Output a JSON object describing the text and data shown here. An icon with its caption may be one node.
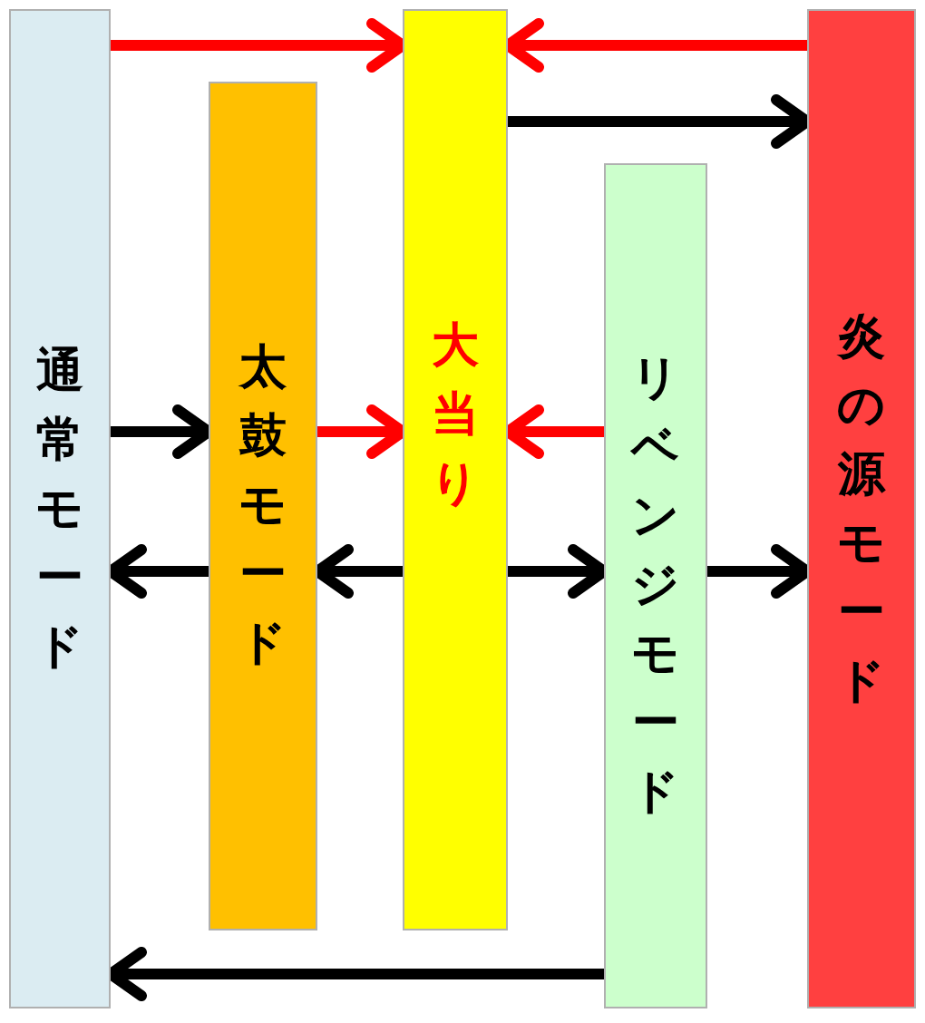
{
  "diagram": {
    "nodes": [
      {
        "text": [
          "通常モード"
        ]
      },
      {
        "text": [
          "太鼓モード"
        ]
      },
      {
        "text": [
          "大当り"
        ]
      },
      {
        "text": [
          "リベンジモード"
        ]
      },
      {
        "text": [
          "炎の源モード"
        ]
      }
    ],
    "edges": [
      {
        "from": 0,
        "to": 2,
        "arrow": "to",
        "color": "#ff0000"
      },
      {
        "from": 4,
        "to": 2,
        "arrow": "to",
        "color": "#ff0000"
      },
      {
        "from": 2,
        "to": 4,
        "arrow": "to"
      },
      {
        "from": 0,
        "to": 1,
        "arrow": "to"
      },
      {
        "from": 1,
        "to": 2,
        "arrow": "to",
        "color": "#ff0000"
      },
      {
        "from": 3,
        "to": 2,
        "arrow": "to",
        "color": "#ff0000"
      },
      {
        "from": 1,
        "to": 0,
        "arrow": "to"
      },
      {
        "from": 2,
        "to": 1,
        "arrow": "to"
      },
      {
        "from": 2,
        "to": 3,
        "arrow": "to"
      },
      {
        "from": 3,
        "to": 4,
        "arrow": "to"
      },
      {
        "from": 3,
        "to": 0,
        "arrow": "to"
      }
    ]
  }
}
